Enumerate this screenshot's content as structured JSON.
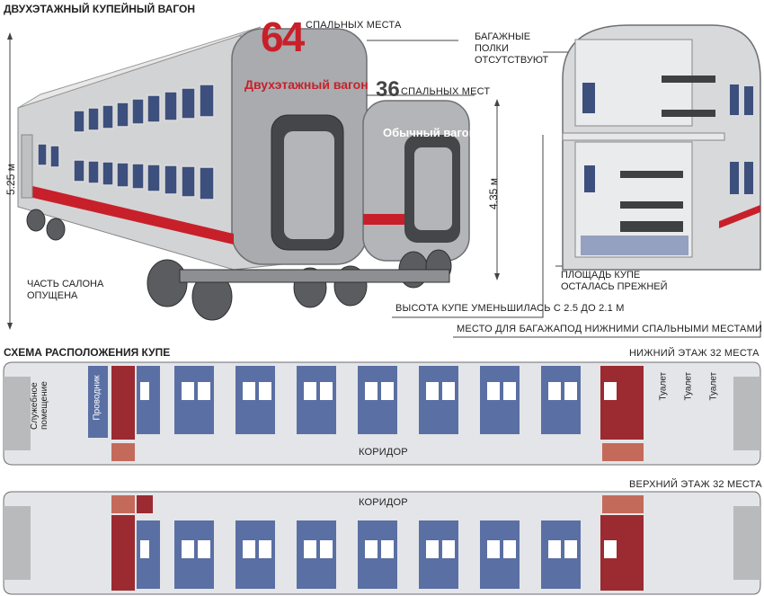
{
  "header": {
    "title": "ДВУХЭТАЖНЫЙ КУПЕЙНЫЙ ВАГОН",
    "scheme_title": "СХЕМА РАСПОЛОЖЕНИЯ КУПЕ"
  },
  "double_car": {
    "seats_number": "64",
    "seats_label": "СПАЛЬНЫХ МЕСТА",
    "name": "Двухэтажный вагон",
    "height": "5.25 м"
  },
  "regular_car": {
    "seats_number": "36",
    "seats_label": "СПАЛЬНЫХ МЕСТ",
    "name": "Обычный вагон",
    "height": "4.35 м"
  },
  "callouts": {
    "lowered_part": "ЧАСТЬ САЛОНА ОПУЩЕНА",
    "no_shelves": "БАГАЖНЫЕ ПОЛКИ ОТСУТСТВУЮТ",
    "area_same": "ПЛОЩАДЬ КУПЕ ОСТАЛАСЬ ПРЕЖНЕЙ",
    "height_reduced": "ВЫСОТА КУПЕ УМЕНЬШИЛАСЬ С 2.5 ДО 2.1 М",
    "luggage_place": "МЕСТО ДЛЯ БАГАЖАПОД НИЖНИМИ СПАЛЬНЫМИ МЕСТАМИ"
  },
  "lower_floor": {
    "title": "НИЖНИЙ ЭТАЖ 32 МЕСТА",
    "corridor": "КОРИДОР",
    "service_room": "Служебное помещение",
    "conductor": "Проводник",
    "toilets": [
      "Туалет",
      "Туалет",
      "Туалет"
    ]
  },
  "upper_floor": {
    "title": "ВЕРХНИЙ ЭТАЖ 32 МЕСТА",
    "corridor": "КОРИДОР"
  },
  "colors": {
    "car_body": "#b9babc",
    "car_window": "#3d4f7c",
    "stripe": "#c8202a",
    "berth_blue": "#5a6fa3",
    "berth_dark_red": "#9b2b30",
    "berth_light_red": "#c46a5a",
    "plan_bg": "#e4e5e8",
    "number_red": "#c8202a"
  }
}
